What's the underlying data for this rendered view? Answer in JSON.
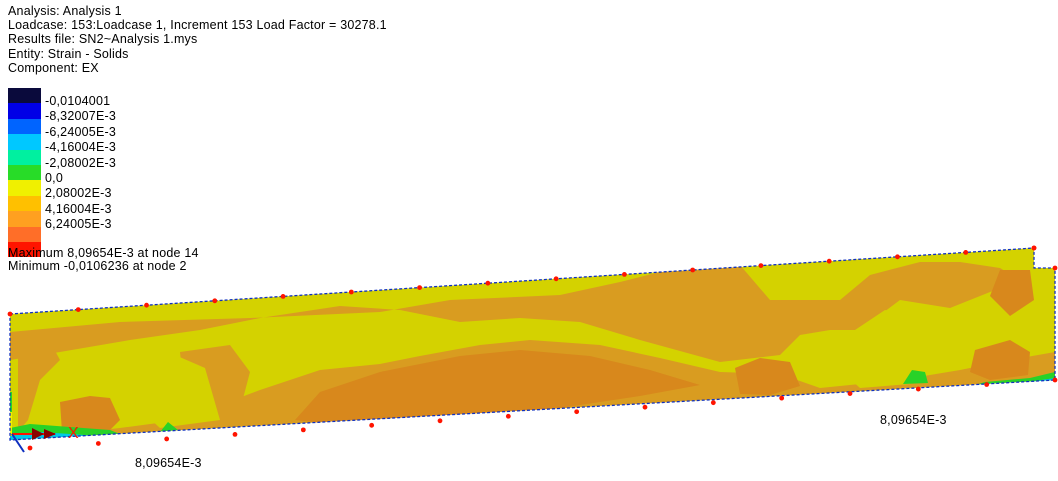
{
  "header": {
    "analysis": "Analysis: Analysis 1",
    "loadcase": "Loadcase: 153:Loadcase 1, Increment 153 Load Factor = 30278.1",
    "results_file": "Results file: SN2~Analysis 1.mys",
    "entity": "Entity: Strain - Solids",
    "component": "Component: EX"
  },
  "legend": {
    "ticks": [
      "-0,0104001",
      "-8,32007E-3",
      "-6,24005E-3",
      "-4,16004E-3",
      "-2,08002E-3",
      "0,0",
      "2,08002E-3",
      "4,16004E-3",
      "6,24005E-3"
    ],
    "colors": [
      "#0a0a3c",
      "#0000e6",
      "#0064ff",
      "#00c8ff",
      "#00f0a0",
      "#28dc28",
      "#f0f000",
      "#ffc000",
      "#ffa020",
      "#ff6e28",
      "#ff1400"
    ]
  },
  "extrema": {
    "maximum": "Maximum 8,09654E-3 at node 14",
    "minimum": "Minimum -0,0106236 at node 2"
  },
  "model": {
    "max_label_right": "8,09654E-3",
    "max_label_left": "8,09654E-3",
    "axis_x_label": "X",
    "fill_colors": {
      "base": "#d4d200",
      "orange": "#d99c20",
      "dark_orange": "#d8881c",
      "green": "#28d228",
      "cyan": "#00c8e6",
      "blue": "#0050ff",
      "yellow": "#f0f000",
      "red": "#ff1400",
      "outline": "#1030c0"
    }
  }
}
